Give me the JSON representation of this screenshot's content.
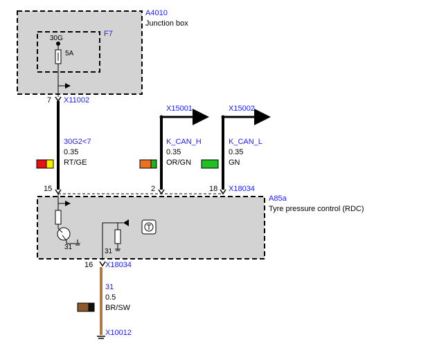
{
  "junction_box": {
    "id": "A4010",
    "name": "Junction box",
    "fuse_id": "F7",
    "fuse_terminal": "30G",
    "fuse_rating": "5A"
  },
  "wire_power": {
    "pin": "7",
    "connector": "X11002",
    "signal": "30G2<7",
    "gauge": "0.35",
    "color": "RT/GE",
    "swatch": [
      "#e81010",
      "#f4f000"
    ]
  },
  "wire_can_h": {
    "connector": "X15001",
    "signal": "K_CAN_H",
    "gauge": "0.35",
    "color": "OR/GN",
    "pin": "2",
    "swatch": [
      "#f07020",
      "#20b020"
    ]
  },
  "wire_can_l": {
    "connector": "X15002",
    "signal": "K_CAN_L",
    "gauge": "0.35",
    "color": "GN",
    "pin": "18",
    "swatch": [
      "#20c020"
    ]
  },
  "rdc_module": {
    "id": "A85a",
    "name": "Tyre pressure control (RDC)",
    "connector_top": "X18034",
    "pin_top_left": "15",
    "ground_label_1": "31",
    "ground_label_2": "31"
  },
  "wire_ground": {
    "pin": "16",
    "connector": "X18034",
    "signal": "31",
    "gauge": "0.5",
    "color": "BR/SW",
    "end_connector": "X10012",
    "swatch": [
      "#8a5a2a",
      "#111111"
    ]
  },
  "colors": {
    "label_blue": "#1a1aff",
    "box_fill": "#d3d3d3",
    "wire_brown": "#b07a44"
  }
}
